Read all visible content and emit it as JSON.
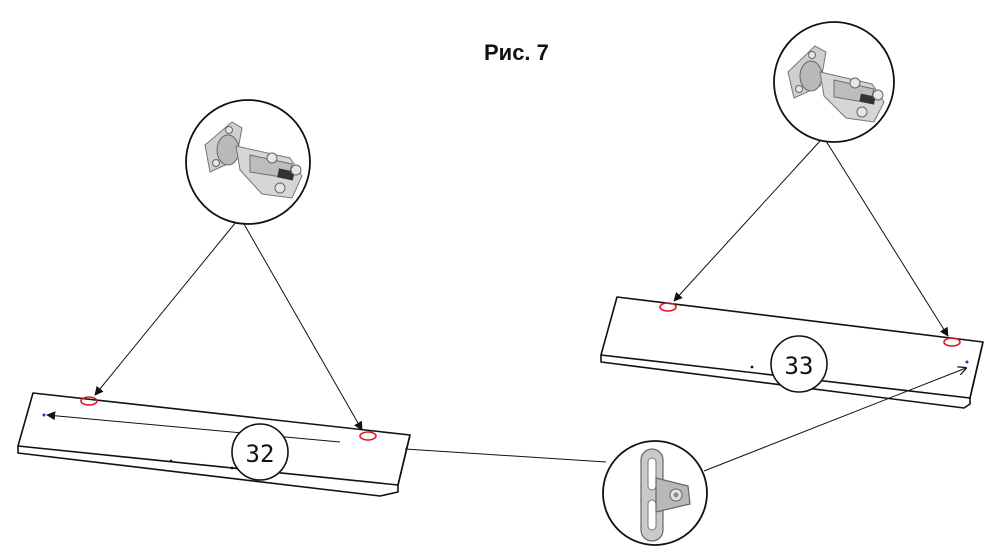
{
  "figure": {
    "title": "Рис. 7"
  },
  "panels": [
    {
      "number": "32"
    },
    {
      "number": "33"
    }
  ],
  "parts": {
    "hinge_icon": "cup-hinge-icon",
    "bracket_icon": "hanging-bracket-icon"
  },
  "colors": {
    "line": "#111111",
    "hole_marker": "#e0141e",
    "pin_dot": "#2a35c8"
  }
}
